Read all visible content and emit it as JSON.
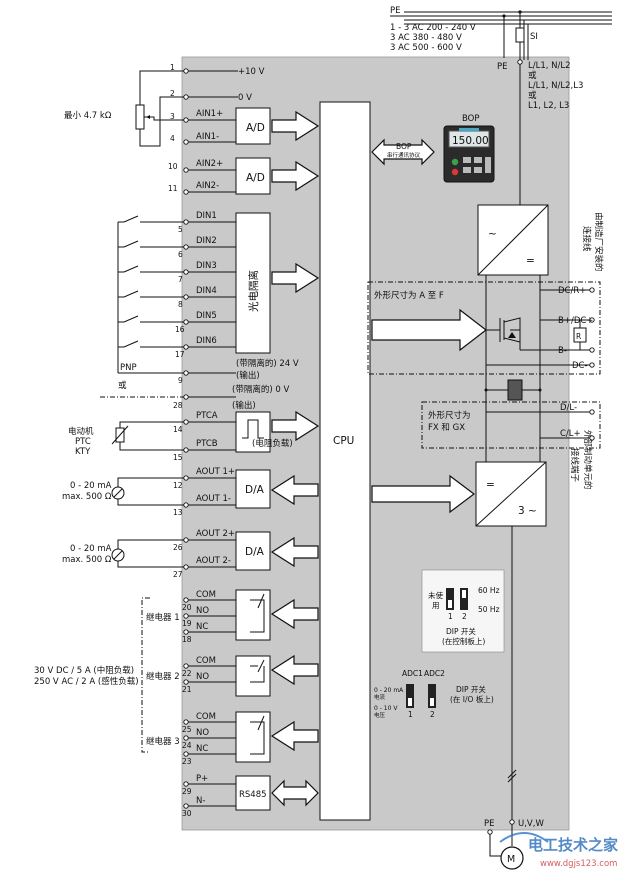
{
  "supply": {
    "pe": "PE",
    "lines": [
      "1 - 3 AC 200 - 240 V",
      "3 AC 380 - 480 V",
      "3 AC 500 - 600 V"
    ],
    "pe_tap": "PE",
    "si": "SI",
    "input_terminals": [
      "L/L1, N/L2",
      "或",
      "L/L1, N/L2,L3",
      "或",
      "L1, L2, L3"
    ]
  },
  "analog_in": {
    "plus10": "+10 V",
    "zero": "0 V",
    "pot": "最小 4.7 kΩ",
    "ain1p": "AIN1+",
    "ain1m": "AIN1-",
    "ain2p": "AIN2+",
    "ain2m": "AIN2-",
    "ad": "A/D"
  },
  "pins": {
    "p1": "1",
    "p2": "2",
    "p3": "3",
    "p4": "4",
    "p10": "10",
    "p11": "11",
    "p5": "5",
    "p6": "6",
    "p7": "7",
    "p8": "8",
    "p16": "16",
    "p17": "17",
    "p9": "9",
    "p28": "28",
    "p14": "14",
    "p15": "15",
    "p12": "12",
    "p13": "13",
    "p26": "26",
    "p27": "27",
    "p20": "20",
    "p19": "19",
    "p18": "18",
    "p22": "22",
    "p21": "21",
    "p25": "25",
    "p24": "24",
    "p23": "23",
    "p29": "29",
    "p30": "30"
  },
  "digital_in": {
    "labels": [
      "DIN1",
      "DIN2",
      "DIN3",
      "DIN4",
      "DIN5",
      "DIN6"
    ],
    "isolation": "光电隔离",
    "pnp": "PNP",
    "or": "或",
    "v24": "(带隔离的) 24 V",
    "out1": "(输出)",
    "v0": "(带隔离的) 0 V",
    "out2": "(输出)"
  },
  "ptc": {
    "motor_lines": [
      "电动机",
      "PTC",
      "KTY"
    ],
    "ptca": "PTCA",
    "ptcb": "PTCB",
    "load": "(电阻负载)"
  },
  "analog_out": {
    "range": "0 - 20 mA",
    "maxr": "max. 500 Ω",
    "aout1p": "AOUT 1+",
    "aout1m": "AOUT 1-",
    "aout2p": "AOUT 2+",
    "aout2m": "AOUT 2-",
    "da": "D/A"
  },
  "relays": {
    "com": "COM",
    "no": "NO",
    "nc": "NC",
    "r1": "继电器 1",
    "r2": "继电器 2",
    "r3": "继电器 3",
    "rating1": "30 V DC / 5 A (中阻负载)",
    "rating2": "250 V AC / 2 A (感性负载)"
  },
  "rs485": {
    "pp": "P+",
    "nn": "N-",
    "box": "RS485"
  },
  "cpu": "CPU",
  "bop": {
    "title": "BOP",
    "arrow_label": "BOP",
    "arrow_sub": "串行通讯协议",
    "display": "150.00"
  },
  "power": {
    "rect_tilde": "~",
    "rect_eq": "=",
    "dcr": "DC/R+",
    "bdc": "B+/DC+",
    "r": "R",
    "bm": "B-",
    "dcm": "DC-",
    "frame_af": "外形尺寸为 A 至 F",
    "dll": "D/L-",
    "cll": "C/L+",
    "frame_fx1": "外形尺寸为",
    "frame_fx2": "FX 和 GX",
    "side1a": "由制造厂安装的",
    "side1b": "连接线",
    "side2a": "外部制动单元的",
    "side2b": "接线端子",
    "inv_eq": "=",
    "inv_tilde": "3 ~",
    "pe": "PE",
    "uvw": "U,V,W",
    "motor": "M"
  },
  "dip1": {
    "unused": [
      "未使",
      "用"
    ],
    "hz60": "60 Hz",
    "hz50": "50 Hz",
    "n1": "1",
    "n2": "2",
    "title": "DIP 开关",
    "sub": "(在控制板上)"
  },
  "dip2": {
    "adc1": "ADC1",
    "adc2": "ADC2",
    "ma": "0 - 20 mA",
    "ma_sub": "电流",
    "v": "0 - 10 V",
    "v_sub": "电压",
    "n1": "1",
    "n2": "2",
    "title": "DIP 开关",
    "sub": "(在 I/O 板上)"
  },
  "watermark": {
    "cn": "电工技术之家",
    "url": "www.dgjs123.com"
  }
}
